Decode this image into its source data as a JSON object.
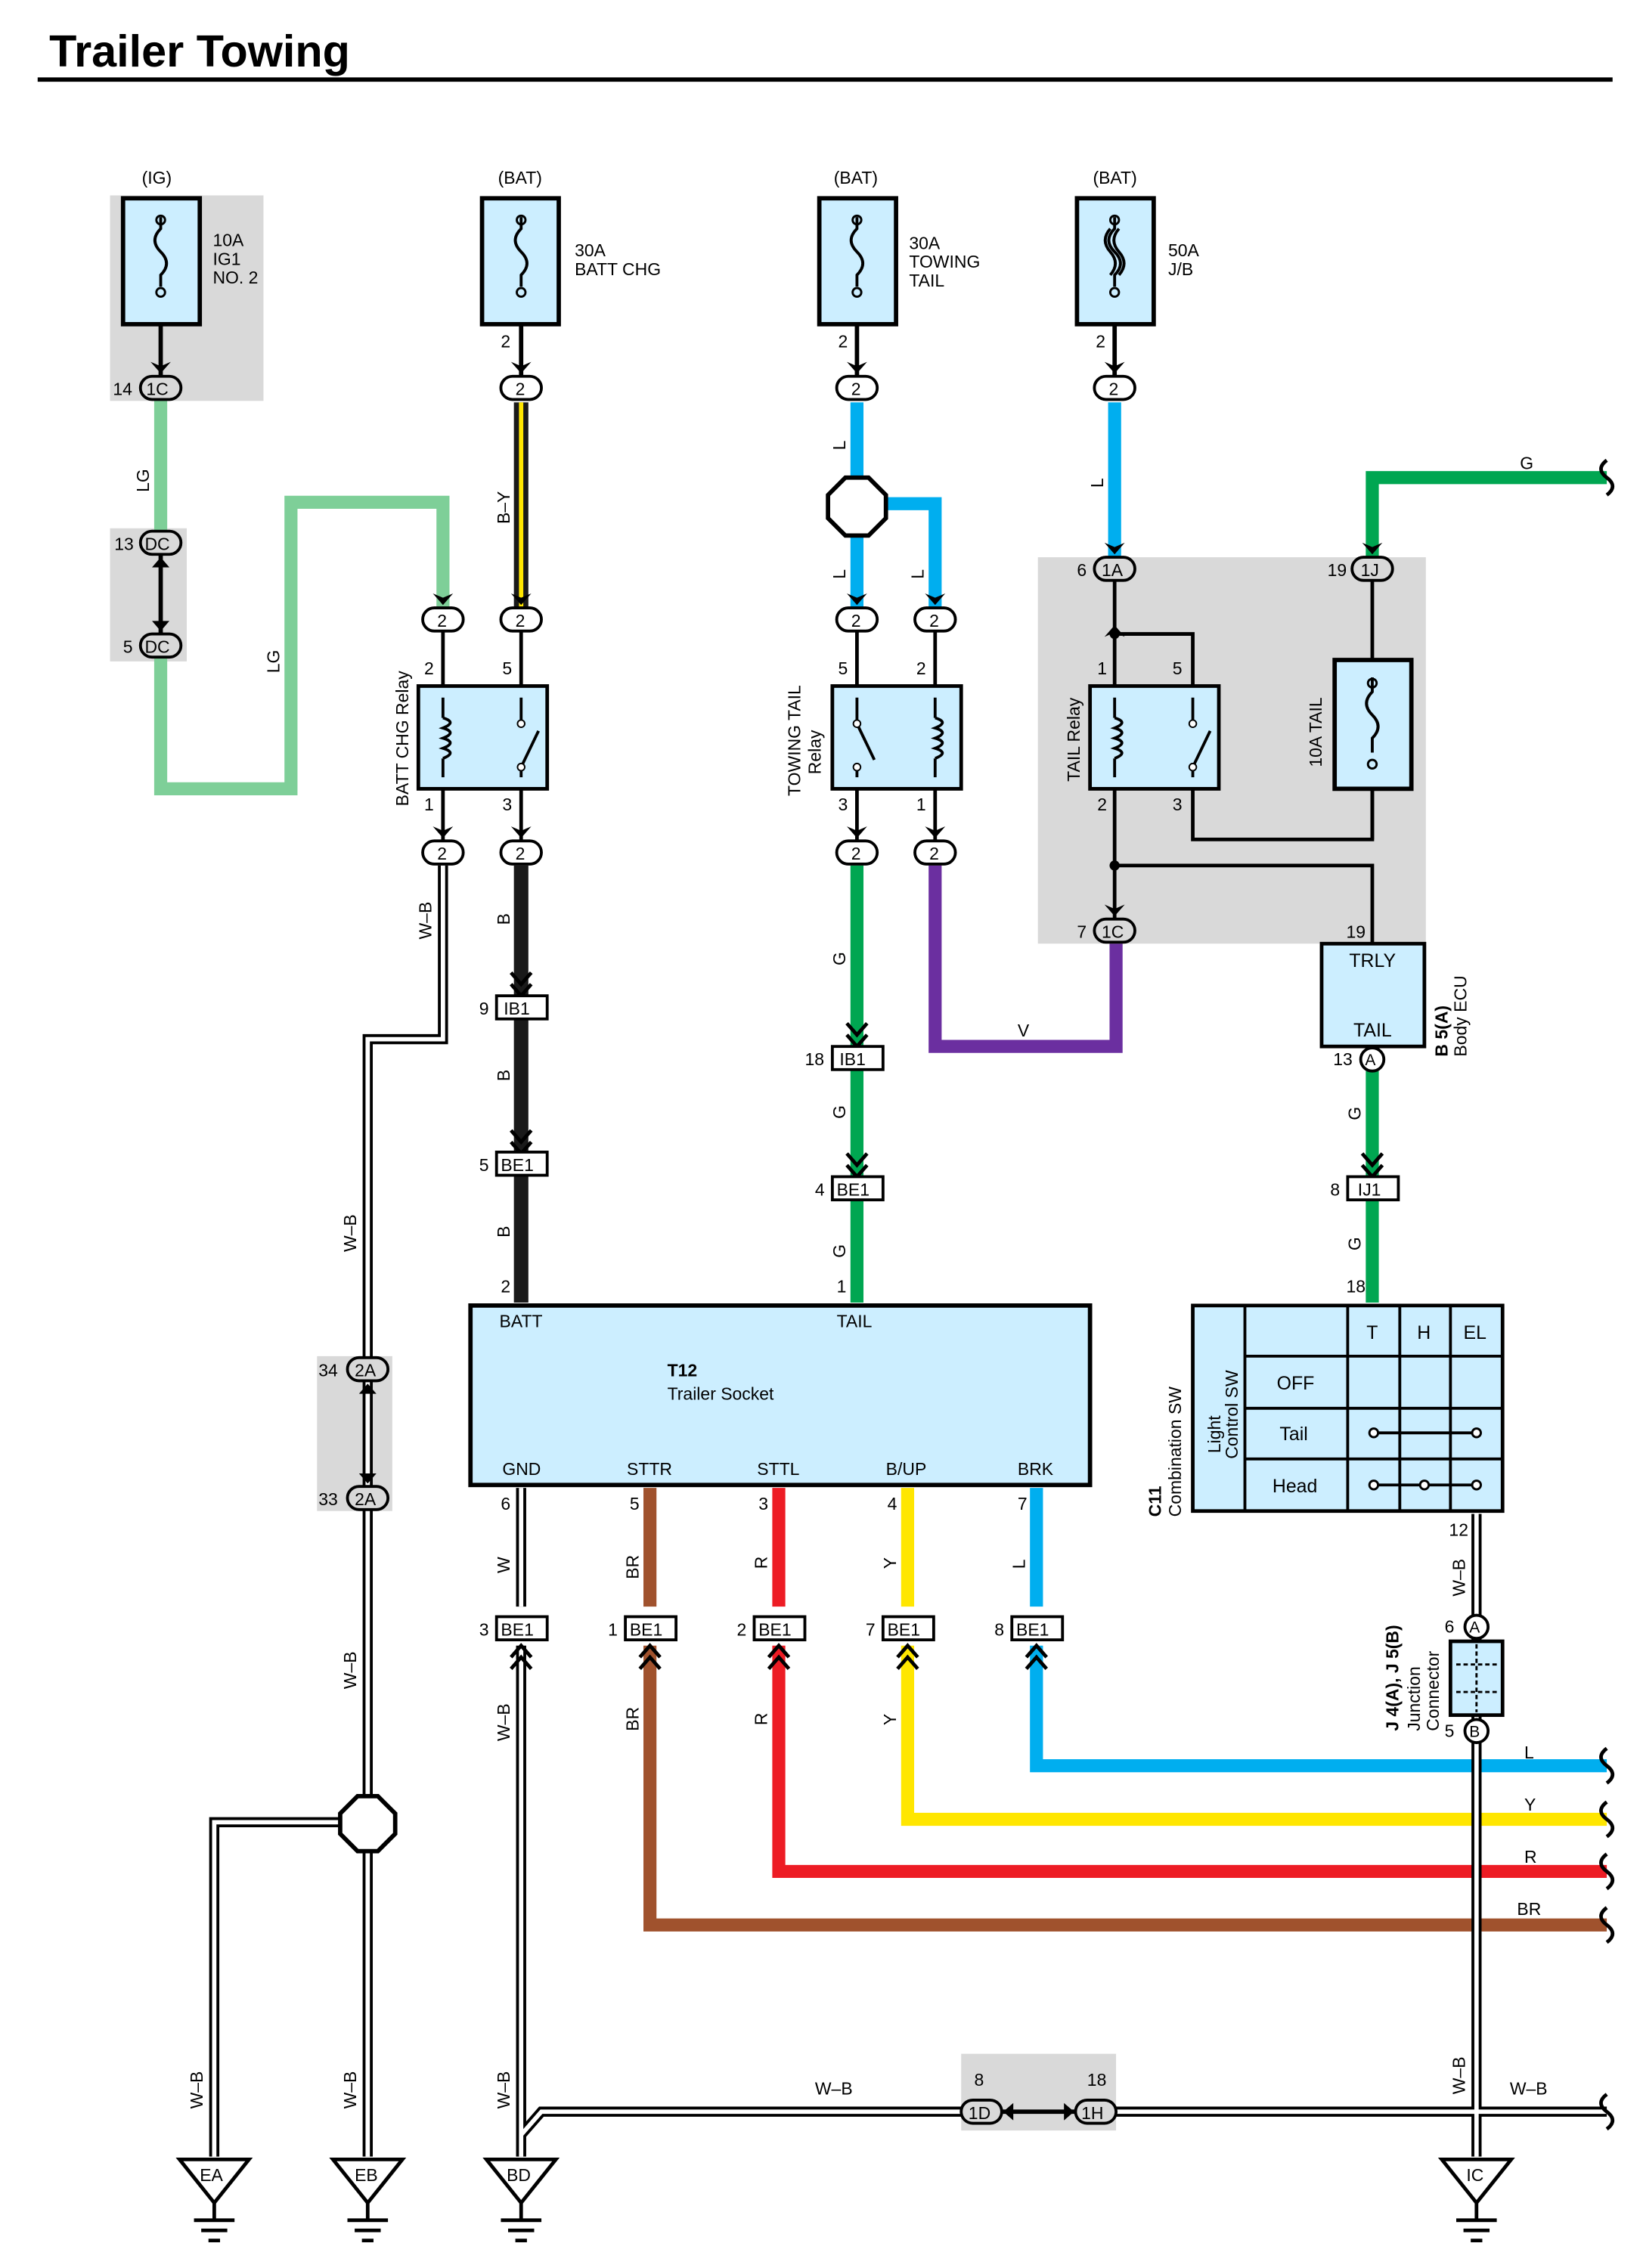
{
  "title": "Trailer Towing",
  "power_labels": {
    "ig": "(IG)",
    "bat1": "(BAT)",
    "bat2": "(BAT)",
    "bat3": "(BAT)"
  },
  "fuses": {
    "ig1": [
      "10A",
      "IG1",
      "NO. 2"
    ],
    "batt_chg": [
      "30A",
      "BATT CHG"
    ],
    "towing_tail": [
      "30A",
      "TOWING",
      "TAIL"
    ],
    "jb": [
      "50A",
      "J/B"
    ],
    "tail10": "10A TAIL"
  },
  "relays": {
    "batt_chg": "BATT CHG Relay",
    "towing_tail": [
      "TOWING TAIL",
      "Relay"
    ],
    "tail": "TAIL Relay"
  },
  "connectors": {
    "ig_1c": "1C",
    "dc": "DC",
    "c2": "2",
    "c1a": "1A",
    "c1j": "1J",
    "c7_1c": "1C",
    "ib1": "IB1",
    "be1": "BE1",
    "ij1": "IJ1",
    "c2a": "2A",
    "d1": "1D",
    "h1": "1H",
    "ca": "A",
    "cb": "B"
  },
  "pins": {
    "p14": "14",
    "p13": "13",
    "p5": "5",
    "p2": "2",
    "p3": "3",
    "p1": "1",
    "p6": "6",
    "p19": "19",
    "p7": "7",
    "p9": "9",
    "p18": "18",
    "p4": "4",
    "p8": "8",
    "p12": "12",
    "p34": "34",
    "p33": "33"
  },
  "wire_colors": {
    "LG": "LG",
    "BY": "B–Y",
    "L": "L",
    "G": "G",
    "V": "V",
    "B": "B",
    "WB": "W–B",
    "W": "W",
    "BR": "BR",
    "R": "R",
    "Y": "Y"
  },
  "body_ecu": {
    "trly": "TRLY",
    "tail": "TAIL",
    "id": "B 5(A)",
    "name": "Body ECU"
  },
  "socket": {
    "id": "T12",
    "name": "Trailer Socket",
    "batt": "BATT",
    "tail": "TAIL",
    "gnd": "GND",
    "sttr": "STTR",
    "sttl": "STTL",
    "bup": "B/UP",
    "brk": "BRK"
  },
  "combo_switch": {
    "id": "C11",
    "name": "Combination SW",
    "sub1": "Light",
    "sub2": "Control SW",
    "cols": [
      "T",
      "H",
      "EL"
    ],
    "rows": [
      "OFF",
      "Tail",
      "Head"
    ]
  },
  "junction": {
    "id": "J 4(A), J 5(B)",
    "name1": "Junction",
    "name2": "Connector"
  },
  "grounds": {
    "ea": "EA",
    "eb": "EB",
    "bd": "BD",
    "ic": "IC"
  },
  "colors": {
    "LG": "#7ecf98",
    "L": "#00aeef",
    "G": "#00a651",
    "V": "#6b2fa0",
    "B": "#1a1a1a",
    "BR": "#a0522d",
    "R": "#ed1c24",
    "Y": "#ffe600",
    "box": "#cceeff",
    "shade": "#d9d9d9"
  }
}
